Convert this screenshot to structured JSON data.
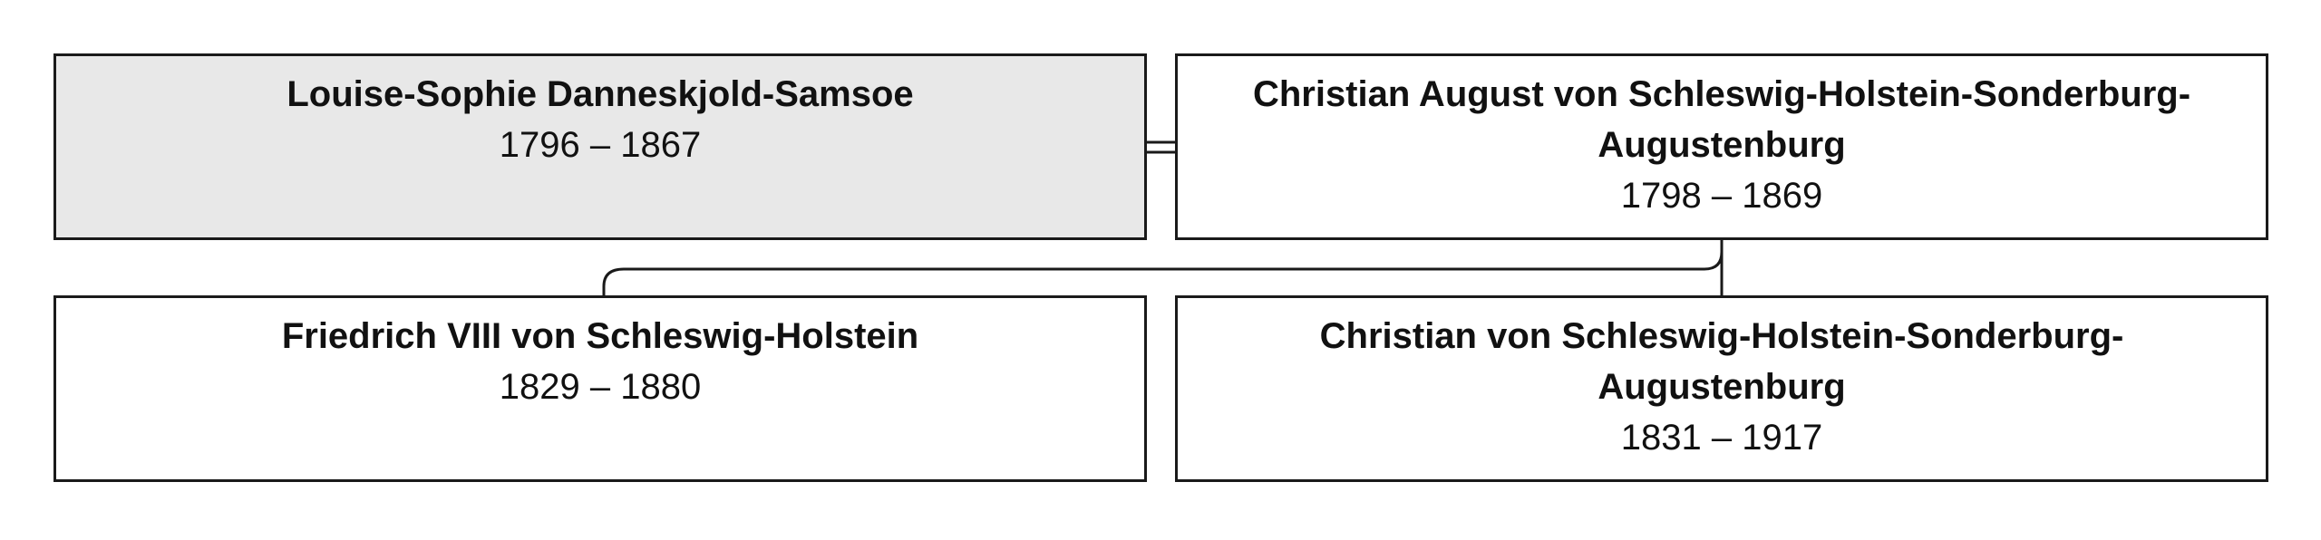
{
  "persons": {
    "louise": {
      "name": "Louise-Sophie Danneskjold-Samsoe",
      "dates": "1796 – 1867"
    },
    "christian_august": {
      "name": "Christian August von Schleswig-Holstein-Sonderburg-Augustenburg",
      "dates": "1798 – 1869"
    },
    "friedrich": {
      "name": "Friedrich VIII von Schleswig-Holstein",
      "dates": "1829 – 1880"
    },
    "christian": {
      "name": "Christian von Schleswig-Holstein-Sonderburg-Augustenburg",
      "dates": "1831 – 1917"
    }
  },
  "colors": {
    "highlight_fill": "#e8e8e8",
    "box_fill": "#ffffff",
    "line": "#1a1a1a"
  }
}
